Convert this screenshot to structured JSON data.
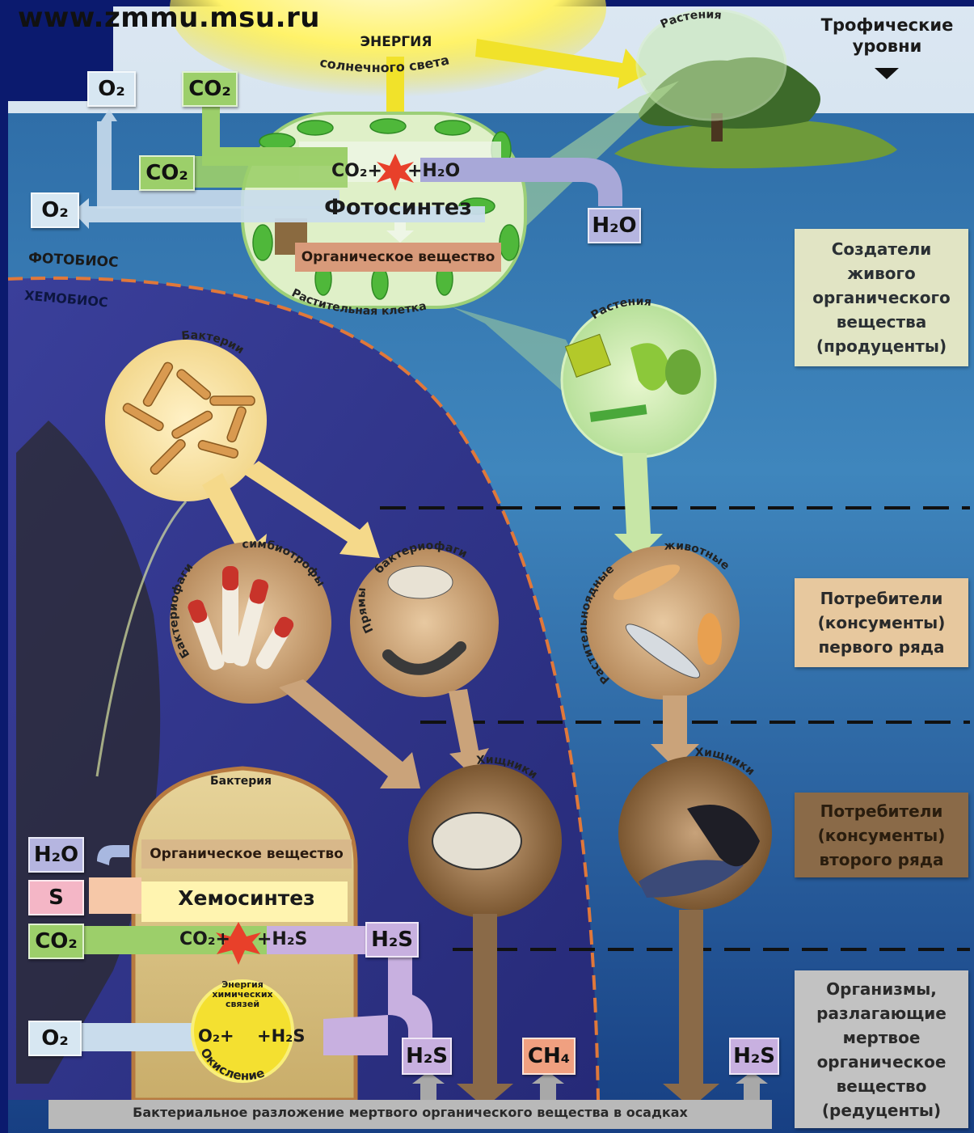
{
  "header": {
    "url": "www.zmmu.msu.ru"
  },
  "sun": {
    "energy_line1": "ЭНЕРГИЯ",
    "energy_line2": "солнечного света"
  },
  "levels": {
    "title_line1": "Трофические",
    "title_line2": "уровни",
    "producers": [
      "Создатели",
      "живого",
      "органического",
      "вещества",
      "(продуценты)"
    ],
    "consumers1": [
      "Потребители",
      "(консументы)",
      "первого ряда"
    ],
    "consumers2": [
      "Потребители",
      "(консументы)",
      "второго ряда"
    ],
    "decomposers": [
      "Организмы,",
      "разлагающие",
      "мертвое",
      "органическое",
      "вещество",
      "(редуценты)"
    ]
  },
  "zones": {
    "photo": "ФОТОБИОС",
    "chemo": "ХЕМОБИОС"
  },
  "photosynthesis": {
    "o2_top": "O₂",
    "co2_top": "CO₂",
    "co2_left": "CO₂",
    "o2_left": "O₂",
    "reaction_left": "CO₂+",
    "reaction_right": "+H₂O",
    "h2o": "H₂O",
    "title": "Фотосинтез",
    "organic": "Органическое вещество",
    "cell": "Растительная клетка"
  },
  "circles": {
    "plants_island": "Растения",
    "plants_water": "Растения",
    "bacteria": "Бактерии",
    "bacteriophages": "Бактериофаги",
    "symbiotrophs": "симбиотрофы",
    "direct": "Прямые",
    "bacteriophages2": "бактериофаги",
    "herbivorous": "Растительноядные",
    "animals": "животные",
    "predators1": "Хищники",
    "predators2": "Хищники"
  },
  "chemosynthesis": {
    "bacterium": "Бактерия",
    "organic": "Органическое вещество",
    "title": "Хемосинтез",
    "h2o": "H₂O",
    "s": "S",
    "co2": "CO₂",
    "reaction_left": "CO₂+",
    "reaction_right": "+H₂S",
    "h2s": "H₂S",
    "energy": [
      "Энергия",
      "химических",
      "связей"
    ],
    "o2": "O₂",
    "oxid_left": "O₂+",
    "oxid_right": "+H₂S",
    "oxidation": "Окисление"
  },
  "bottom": {
    "h2s_1": "H₂S",
    "ch4": "CH₄",
    "h2s_2": "H₂S",
    "decomposition": "Бактериальное разложение мертвого органического вещества в осадках"
  }
}
